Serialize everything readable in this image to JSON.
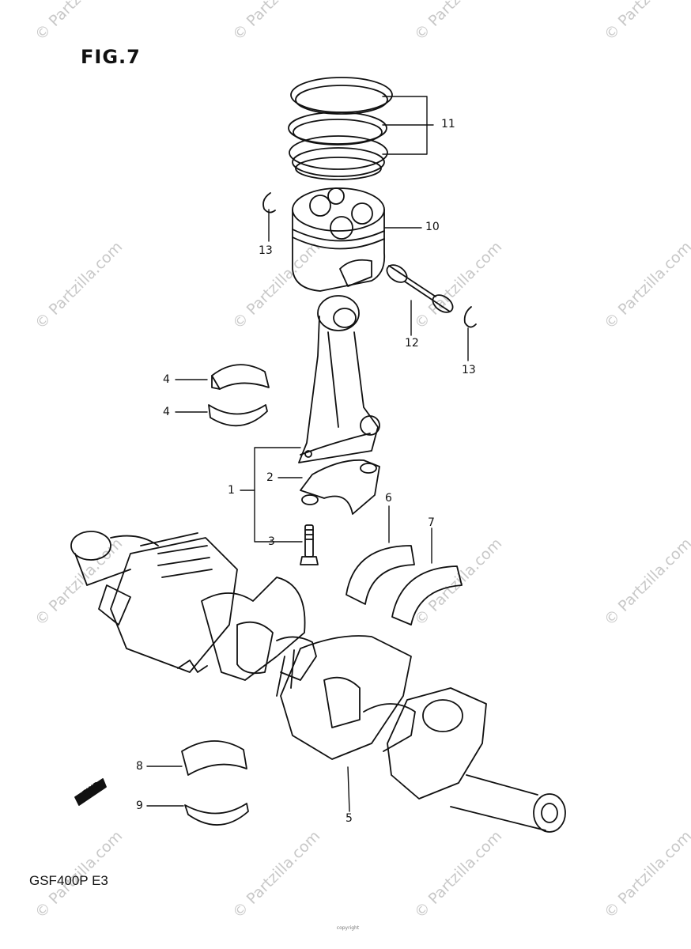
{
  "figure": {
    "title": "FIG.7",
    "model": "GSF400P  E3"
  },
  "watermark": {
    "text": "© Partzilla.com",
    "color": "#c8c8c8"
  },
  "fwd_label": "FWD",
  "footer_note": "copyright",
  "callouts": {
    "c1": "1",
    "c2": "2",
    "c3": "3",
    "c4a": "4",
    "c4b": "4",
    "c5": "5",
    "c6": "6",
    "c7": "7",
    "c8": "8",
    "c9": "9",
    "c10": "10",
    "c11": "11",
    "c12": "12",
    "c13a": "13",
    "c13b": "13"
  }
}
